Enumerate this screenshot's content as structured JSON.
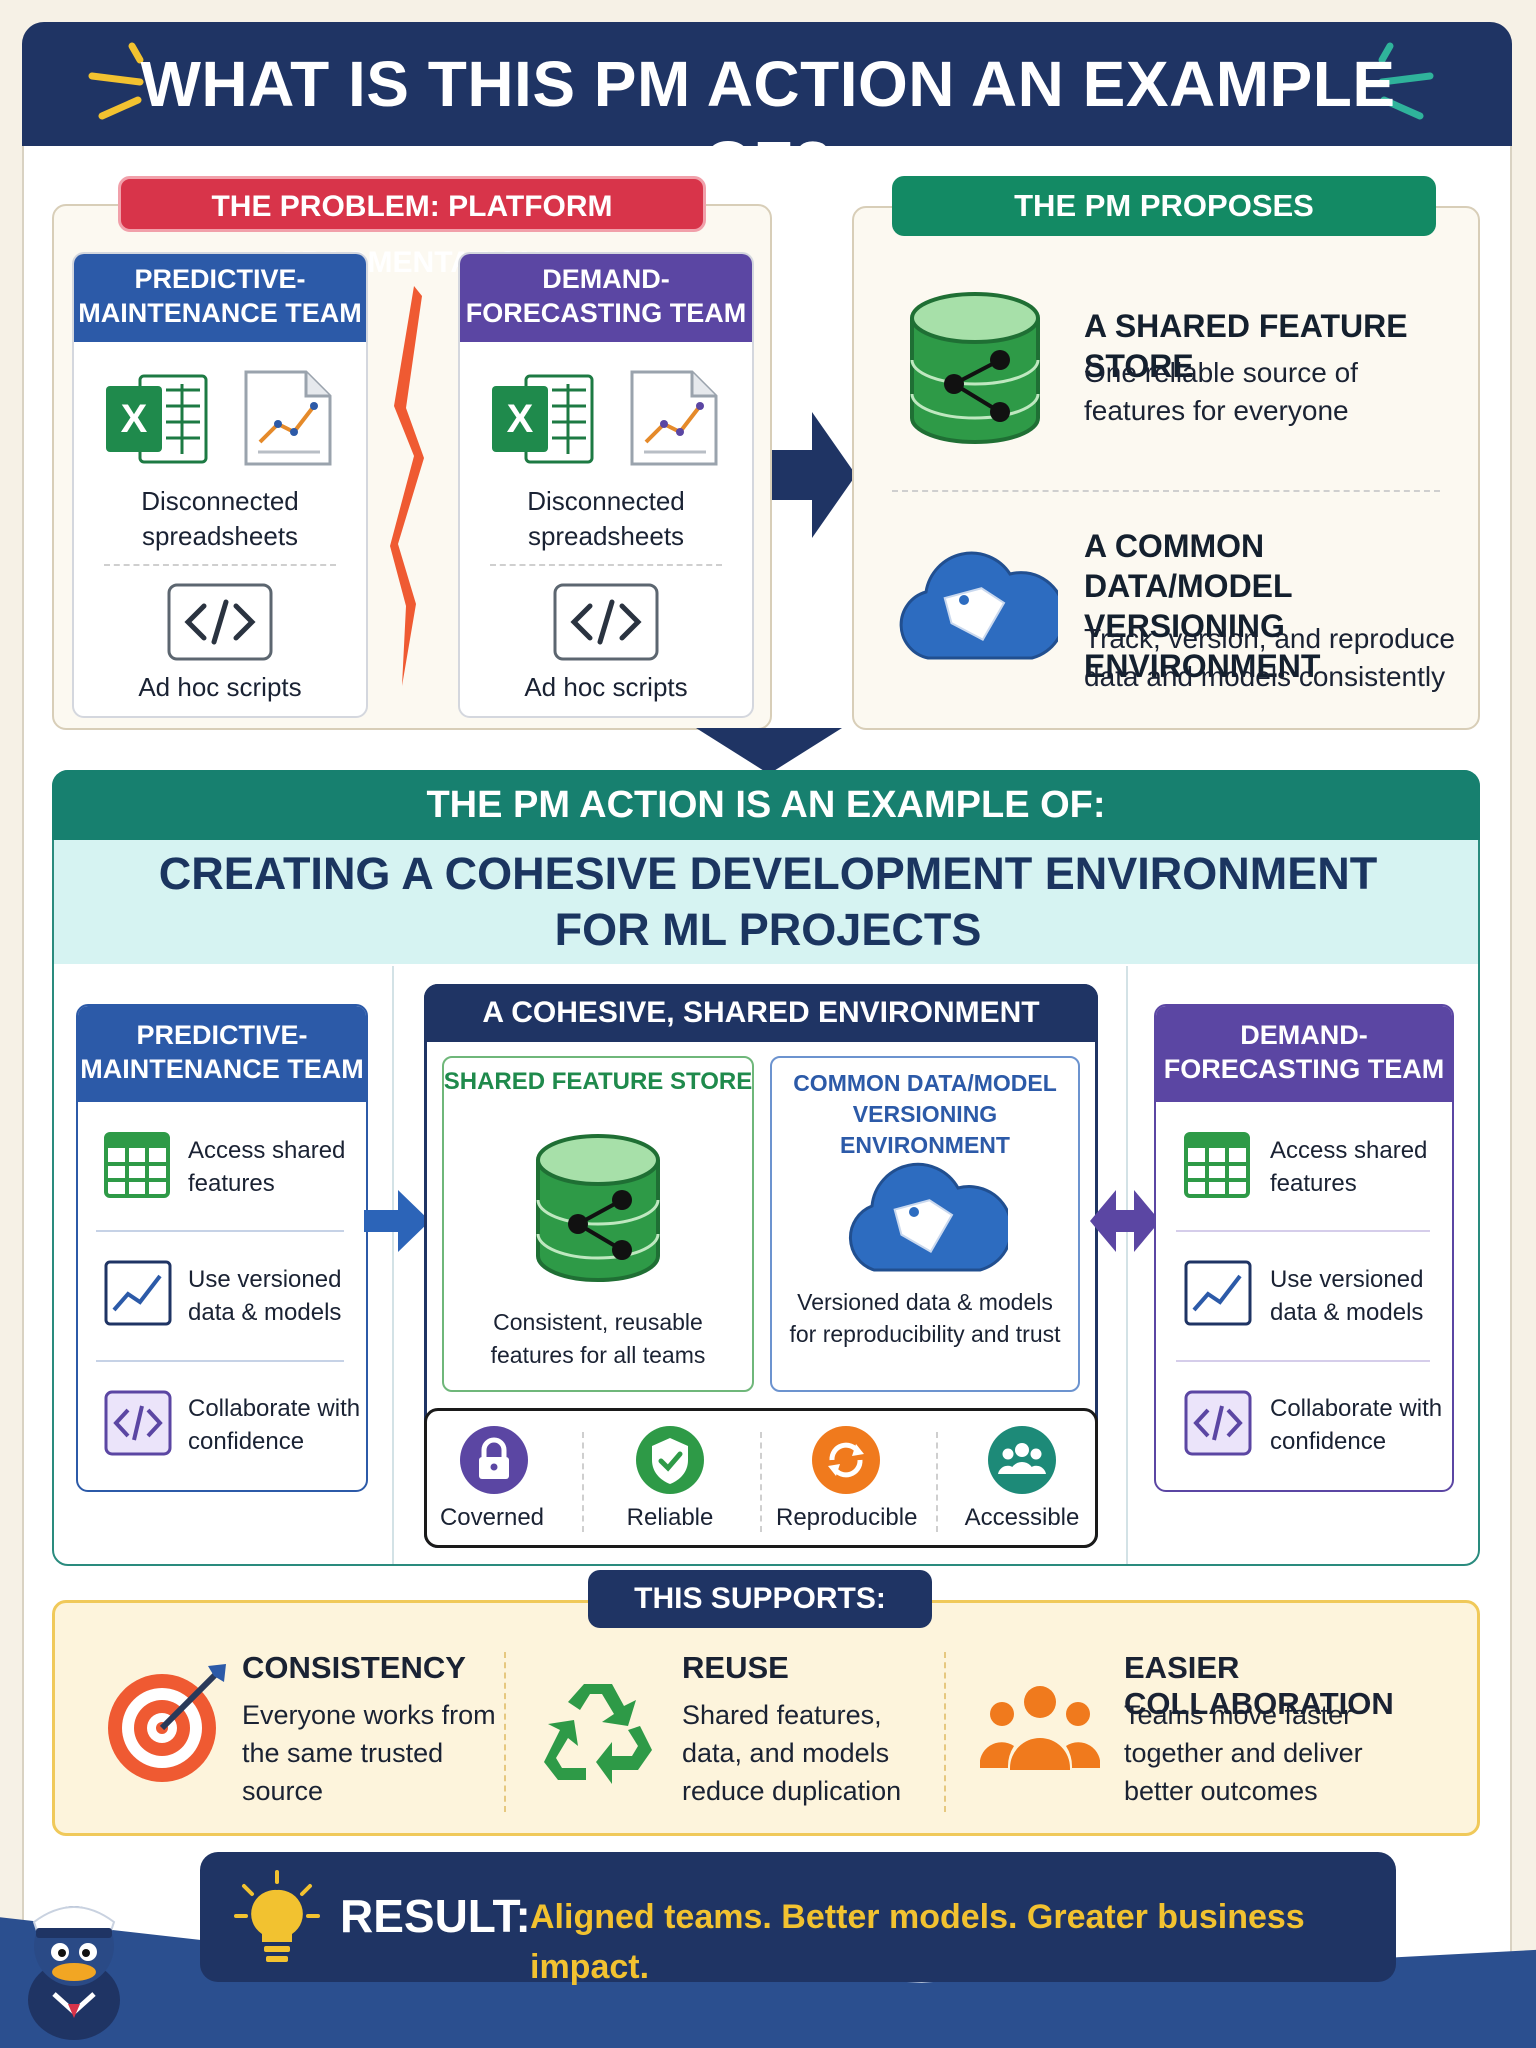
{
  "title": "WHAT IS THIS PM ACTION AN EXAMPLE OF?",
  "problem": {
    "label": "THE PROBLEM: PLATFORM FRAGMENTATION",
    "teams": [
      {
        "name": "PREDICTIVE-MAINTENANCE TEAM",
        "item1": "Disconnected spreadsheets",
        "item2": "Ad hoc scripts",
        "color": "#2c5aa8"
      },
      {
        "name": "DEMAND-FORECASTING TEAM",
        "item1": "Disconnected spreadsheets",
        "item2": "Ad hoc scripts",
        "color": "#5b46a3"
      }
    ]
  },
  "proposal": {
    "label": "THE PM PROPOSES",
    "items": [
      {
        "title": "A SHARED FEATURE STORE",
        "desc": "One reliable source of features for everyone"
      },
      {
        "title": "A COMMON DATA/MODEL VERSIONING ENVIRONMENT",
        "desc": "Track, version, and reproduce data and models consistently"
      }
    ]
  },
  "example": {
    "label": "THE PM ACTION IS AN EXAMPLE OF:",
    "answer": "CREATING A COHESIVE DEVELOPMENT ENVIRONMENT FOR ML PROJECTS",
    "left_team": "PREDICTIVE-MAINTENANCE TEAM",
    "right_team": "DEMAND-FORECASTING TEAM",
    "team_items": [
      "Access shared features",
      "Use versioned data & models",
      "Collaborate with confidence"
    ],
    "center": {
      "title": "A COHESIVE, SHARED ENVIRONMENT",
      "store_title": "SHARED FEATURE STORE",
      "store_desc": "Consistent, reusable features for all teams",
      "version_title": "COMMON DATA/MODEL VERSIONING ENVIRONMENT",
      "version_desc": "Versioned data & models for reproducibility and trust",
      "badges": [
        "Coverned",
        "Reliable",
        "Reproducible",
        "Accessible"
      ]
    }
  },
  "supports": {
    "label": "THIS SUPPORTS:",
    "items": [
      {
        "title": "CONSISTENCY",
        "desc": "Everyone works from the same trusted source"
      },
      {
        "title": "REUSE",
        "desc": "Shared features, data, and models reduce duplication"
      },
      {
        "title": "EASIER COLLABORATION",
        "desc": "Teams move faster together and deliver better outcomes"
      }
    ]
  },
  "result": {
    "label": "RESULT:",
    "text": "Aligned teams. Better models. Greater business impact."
  },
  "colors": {
    "navy": "#1f3464",
    "teal": "#17806f",
    "red": "#d8344a",
    "green_pill": "#138a64",
    "blue_team": "#2c5aa8",
    "purple_team": "#5b46a3",
    "gold": "#f2c230"
  }
}
